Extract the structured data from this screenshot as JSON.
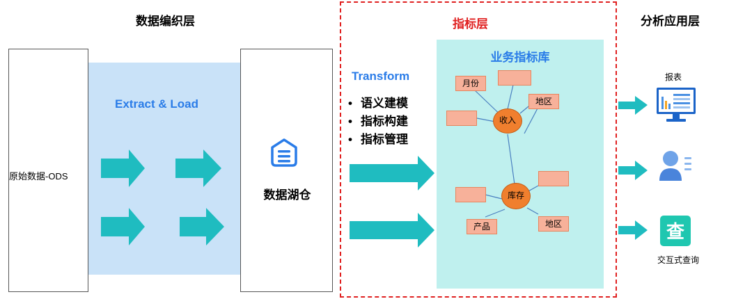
{
  "layers": {
    "weave_title": "数据编织层",
    "indicator_title": "指标层",
    "app_title": "分析应用层"
  },
  "source": {
    "label": "原始数据-ODS"
  },
  "etl": {
    "label": "Extract & Load"
  },
  "lake": {
    "label": "数据湖仓"
  },
  "transform": {
    "title": "Transform",
    "items": [
      "语义建模",
      "指标构建",
      "指标管理"
    ]
  },
  "library": {
    "title": "业务指标库",
    "nodes": {
      "revenue": "收入",
      "inventory": "库存"
    },
    "tags": {
      "month": "月份",
      "region1": "地区",
      "product": "产品",
      "region2": "地区"
    }
  },
  "apps": {
    "report": "报表",
    "query": "交互式查询"
  },
  "colors": {
    "arrow": "#1fbcc0",
    "accent_blue": "#2a7ce8",
    "frame_red": "#e02020"
  },
  "icons": [
    "database-icon",
    "report-chart-icon",
    "user-icon",
    "query-icon"
  ]
}
